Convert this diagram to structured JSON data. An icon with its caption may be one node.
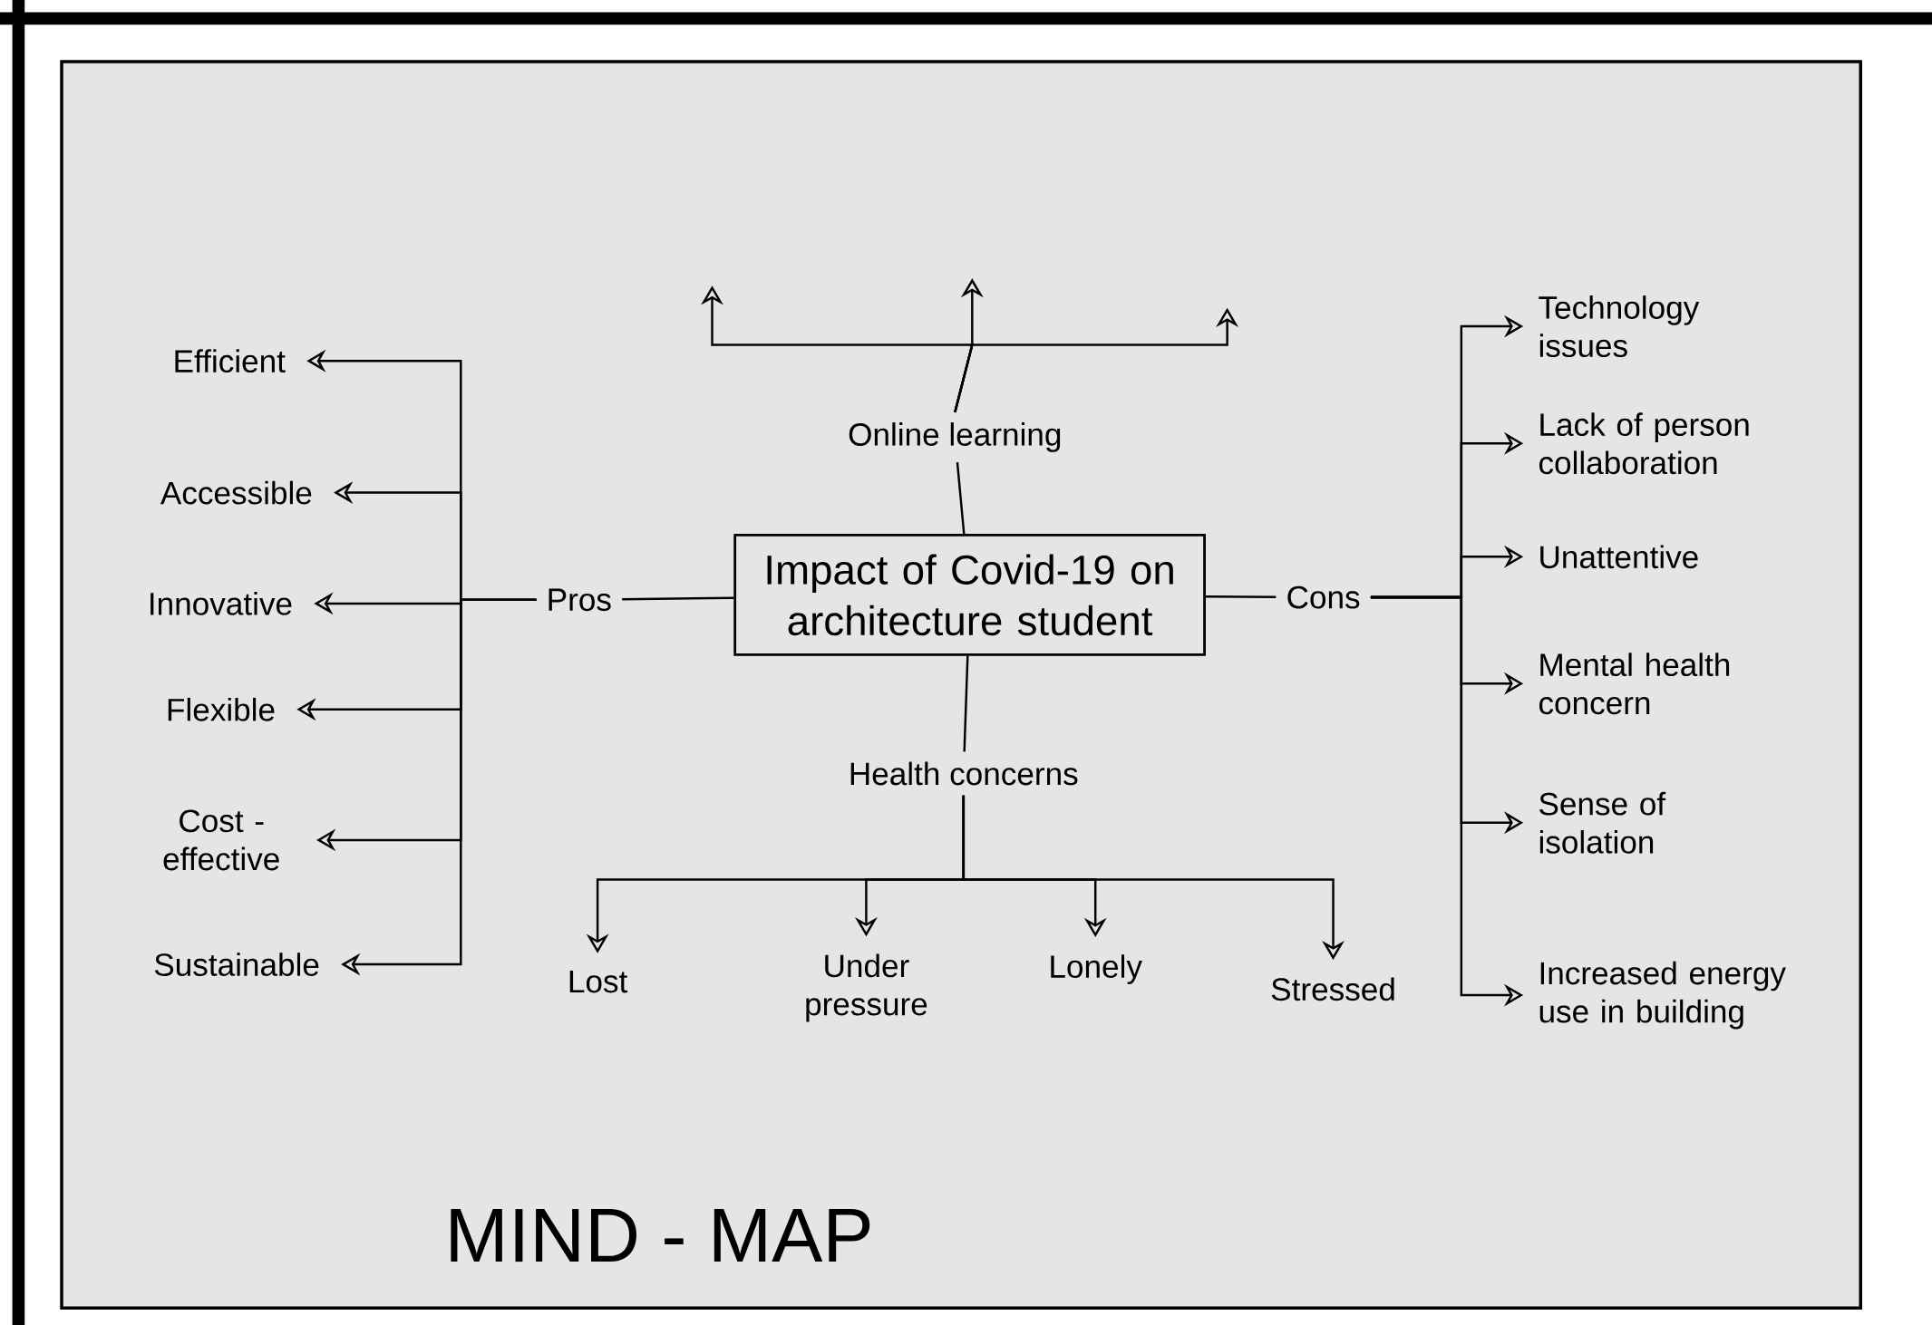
{
  "diagram": {
    "title": "MIND - MAP",
    "nodes": [
      {
        "text": [
          "Impact of Covid-19 on architecture student"
        ]
      },
      {
        "text": [
          "Online learning"
        ]
      },
      {
        "text": [
          "Pros"
        ]
      },
      {
        "text": [
          "Cons"
        ]
      },
      {
        "text": [
          "Health concerns"
        ]
      },
      {
        "text": [
          "Efficient"
        ]
      },
      {
        "text": [
          "Accessible"
        ]
      },
      {
        "text": [
          "Innovative"
        ]
      },
      {
        "text": [
          "Flexible"
        ]
      },
      {
        "text": [
          "Cost - effective"
        ]
      },
      {
        "text": [
          "Sustainable"
        ]
      },
      {
        "text": [
          "Technology issues"
        ]
      },
      {
        "text": [
          "Lack of person collaboration"
        ]
      },
      {
        "text": [
          "Unattentive"
        ]
      },
      {
        "text": [
          "Mental health concern"
        ]
      },
      {
        "text": [
          "Sense of isolation"
        ]
      },
      {
        "text": [
          "Increased energy use in building"
        ]
      },
      {
        "text": [
          "Lost"
        ]
      },
      {
        "text": [
          "Under pressure"
        ]
      },
      {
        "text": [
          "Lonely"
        ]
      },
      {
        "text": [
          "Stressed"
        ]
      }
    ],
    "edges": [
      {
        "from": 0,
        "to": 1,
        "arrow": "none"
      },
      {
        "from": 0,
        "to": 2,
        "arrow": "none"
      },
      {
        "from": 0,
        "to": 3,
        "arrow": "none"
      },
      {
        "from": 0,
        "to": 4,
        "arrow": "none"
      },
      {
        "from": 1,
        "to": null,
        "arrow": "to"
      },
      {
        "from": 1,
        "to": null,
        "arrow": "to"
      },
      {
        "from": 1,
        "to": null,
        "arrow": "to"
      },
      {
        "from": 2,
        "to": 5,
        "arrow": "to"
      },
      {
        "from": 2,
        "to": 6,
        "arrow": "to"
      },
      {
        "from": 2,
        "to": 7,
        "arrow": "to"
      },
      {
        "from": 2,
        "to": 8,
        "arrow": "to"
      },
      {
        "from": 2,
        "to": 9,
        "arrow": "to"
      },
      {
        "from": 2,
        "to": 10,
        "arrow": "to"
      },
      {
        "from": 3,
        "to": 11,
        "arrow": "to"
      },
      {
        "from": 3,
        "to": 12,
        "arrow": "to"
      },
      {
        "from": 3,
        "to": 13,
        "arrow": "to"
      },
      {
        "from": 3,
        "to": 14,
        "arrow": "to"
      },
      {
        "from": 3,
        "to": 15,
        "arrow": "to"
      },
      {
        "from": 3,
        "to": 16,
        "arrow": "to"
      },
      {
        "from": 4,
        "to": 17,
        "arrow": "to"
      },
      {
        "from": 4,
        "to": 18,
        "arrow": "to"
      },
      {
        "from": 4,
        "to": 19,
        "arrow": "to"
      },
      {
        "from": 4,
        "to": 20,
        "arrow": "to"
      }
    ]
  }
}
